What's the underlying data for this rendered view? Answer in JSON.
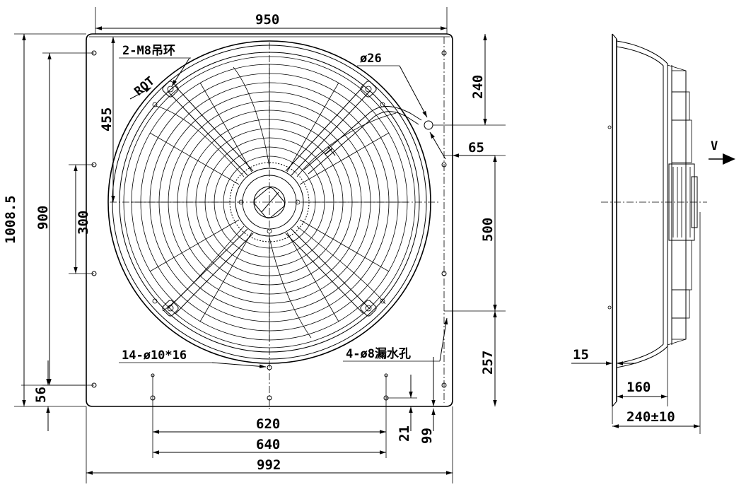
{
  "front_view": {
    "dimensions": {
      "width_950": "950",
      "height_1008": "1008.5",
      "height_900": "900",
      "spacing_300": "300",
      "offset_455": "455",
      "offset_56": "56",
      "offset_240": "240",
      "offset_65": "65",
      "spacing_500": "500",
      "offset_257": "257",
      "spacing_620": "620",
      "spacing_640": "640",
      "width_992": "992",
      "offset_21": "21",
      "offset_99": "99"
    },
    "notes": {
      "lifting_rings": "2-M8吊环",
      "rotation": "ROT",
      "cable_dia": "ø26",
      "mount_holes": "14-ø10*16",
      "drain_holes": "4-ø8漏水孔"
    }
  },
  "side_view": {
    "dimensions": {
      "depth_15": "15",
      "depth_160": "160",
      "depth_240": "240±10"
    },
    "airflow_label": "V"
  }
}
